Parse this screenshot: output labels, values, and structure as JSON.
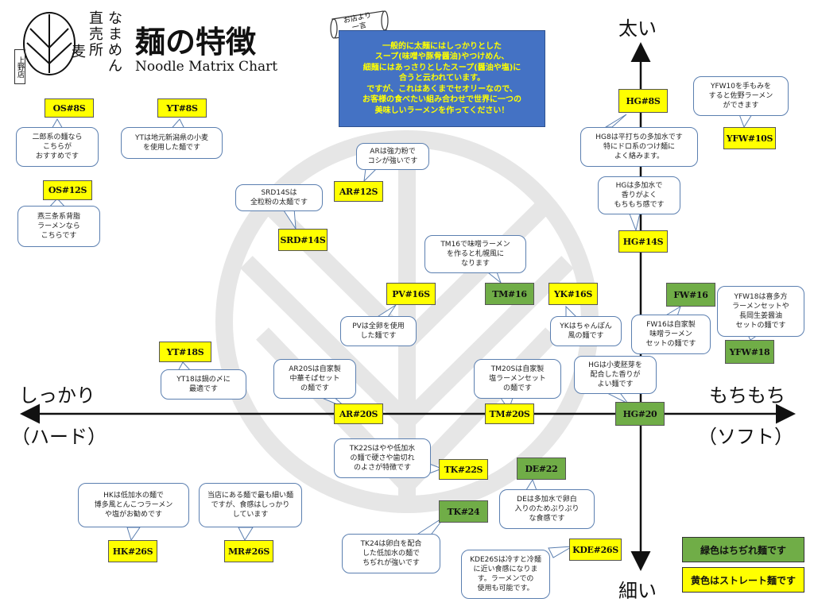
{
  "header": {
    "title": "麺の特徴",
    "subtitle": "Noodle Matrix Chart",
    "store_name_col1": "なまめん",
    "store_name_col2": "直売所",
    "store_name_col3": "麦",
    "store_branch": "上野店"
  },
  "note": {
    "tag": "お店より\n一言",
    "text": "一般的に太麺にはしっかりとした\nスープ(味噌や豚骨醤油)やつけめん、\n細麺にはあっさりとしたスープ(醤油や塩)に\n合うと云われています。\nですが、これはあくまでセオリーなので、\nお客様の食べたい組み合わせで世界に一つの\n美味しいラーメンを作ってください！"
  },
  "axes": {
    "top": "太い",
    "bottom": "細い",
    "left": "しっかり",
    "left_sub": "（ハード）",
    "right": "もちもち",
    "right_sub": "（ソフト）"
  },
  "legend": {
    "green": "緑色はちぢれ麺です",
    "yellow": "黄色はストレート麺です"
  },
  "colors": {
    "yellow": "#ffff00",
    "green": "#70ad47",
    "info_bg": "#4472c4",
    "info_text": "#ffff00"
  },
  "noodles": [
    {
      "code": "OS#8S",
      "color": "yellow"
    },
    {
      "code": "YT#8S",
      "color": "yellow"
    },
    {
      "code": "OS#12S",
      "color": "yellow"
    },
    {
      "code": "AR#12S",
      "color": "yellow"
    },
    {
      "code": "SRD#14S",
      "color": "yellow"
    },
    {
      "code": "HG#8S",
      "color": "yellow"
    },
    {
      "code": "YFW#10S",
      "color": "yellow"
    },
    {
      "code": "HG#14S",
      "color": "yellow"
    },
    {
      "code": "PV#16S",
      "color": "yellow"
    },
    {
      "code": "TM#16",
      "color": "green"
    },
    {
      "code": "YK#16S",
      "color": "yellow"
    },
    {
      "code": "FW#16",
      "color": "green"
    },
    {
      "code": "YFW#18",
      "color": "green"
    },
    {
      "code": "YT#18S",
      "color": "yellow"
    },
    {
      "code": "AR#20S",
      "color": "yellow"
    },
    {
      "code": "TM#20S",
      "color": "yellow"
    },
    {
      "code": "HG#20",
      "color": "green"
    },
    {
      "code": "TK#22S",
      "color": "yellow"
    },
    {
      "code": "DE#22",
      "color": "green"
    },
    {
      "code": "TK#24",
      "color": "green"
    },
    {
      "code": "HK#26S",
      "color": "yellow"
    },
    {
      "code": "MR#26S",
      "color": "yellow"
    },
    {
      "code": "KDE#26S",
      "color": "yellow"
    }
  ],
  "descriptions": [
    "二郎系の麺なら\nこちらが\nおすすめです",
    "YTは地元新潟県の小麦\nを使用した麺です",
    "燕三条系背脂\nラーメンなら\nこちらです",
    "ARは強力粉で\nコシが強いです",
    "SRD14Sは\n全粒粉の太麺です",
    "HG8は平打ちの多加水です\n特にドロ系のつけ麺に\nよく絡みます。",
    "YFW10を手もみを\nすると佐野ラーメン\nができます",
    "HGは多加水で\n香りがよく\nもちもち感です",
    "TM16で味噌ラーメン\nを作ると札幌風に\nなります",
    "PVは全卵を使用\nした麺です",
    "YKはちゃんぽん\n風の麺です",
    "FW16は自家製\n味噌ラーメン\nセットの麺です",
    "YFW18は喜多方\nラーメンセットや\n長岡生姜醤油\nセットの麺です",
    "YT18は鍋の〆に\n最適です",
    "AR20Sは自家製\n中華そばセット\nの麺です",
    "TM20Sは自家製\n塩ラーメンセット\nの麺です",
    "HGは小麦胚芽を\n配合した香りが\nよい麺です",
    "TK22Sはやや低加水\nの麺で硬さや歯切れ\nのよさが特徴です",
    "DEは多加水で卵白\n入りのためぷりぷり\nな食感です",
    "HKは低加水の麺で\n博多風とんこつラーメン\nや塩がお勧めです",
    "当店にある麺で最も細い麺\nですが、食感はしっかり\nしています",
    "TK24は卵白を配合\nした低加水の麺で\nちぢれが強いです",
    "KDE26Sは冷すと冷麺\nに近い食感になりま\nす。ラーメンでの\n使用も可能です。"
  ]
}
